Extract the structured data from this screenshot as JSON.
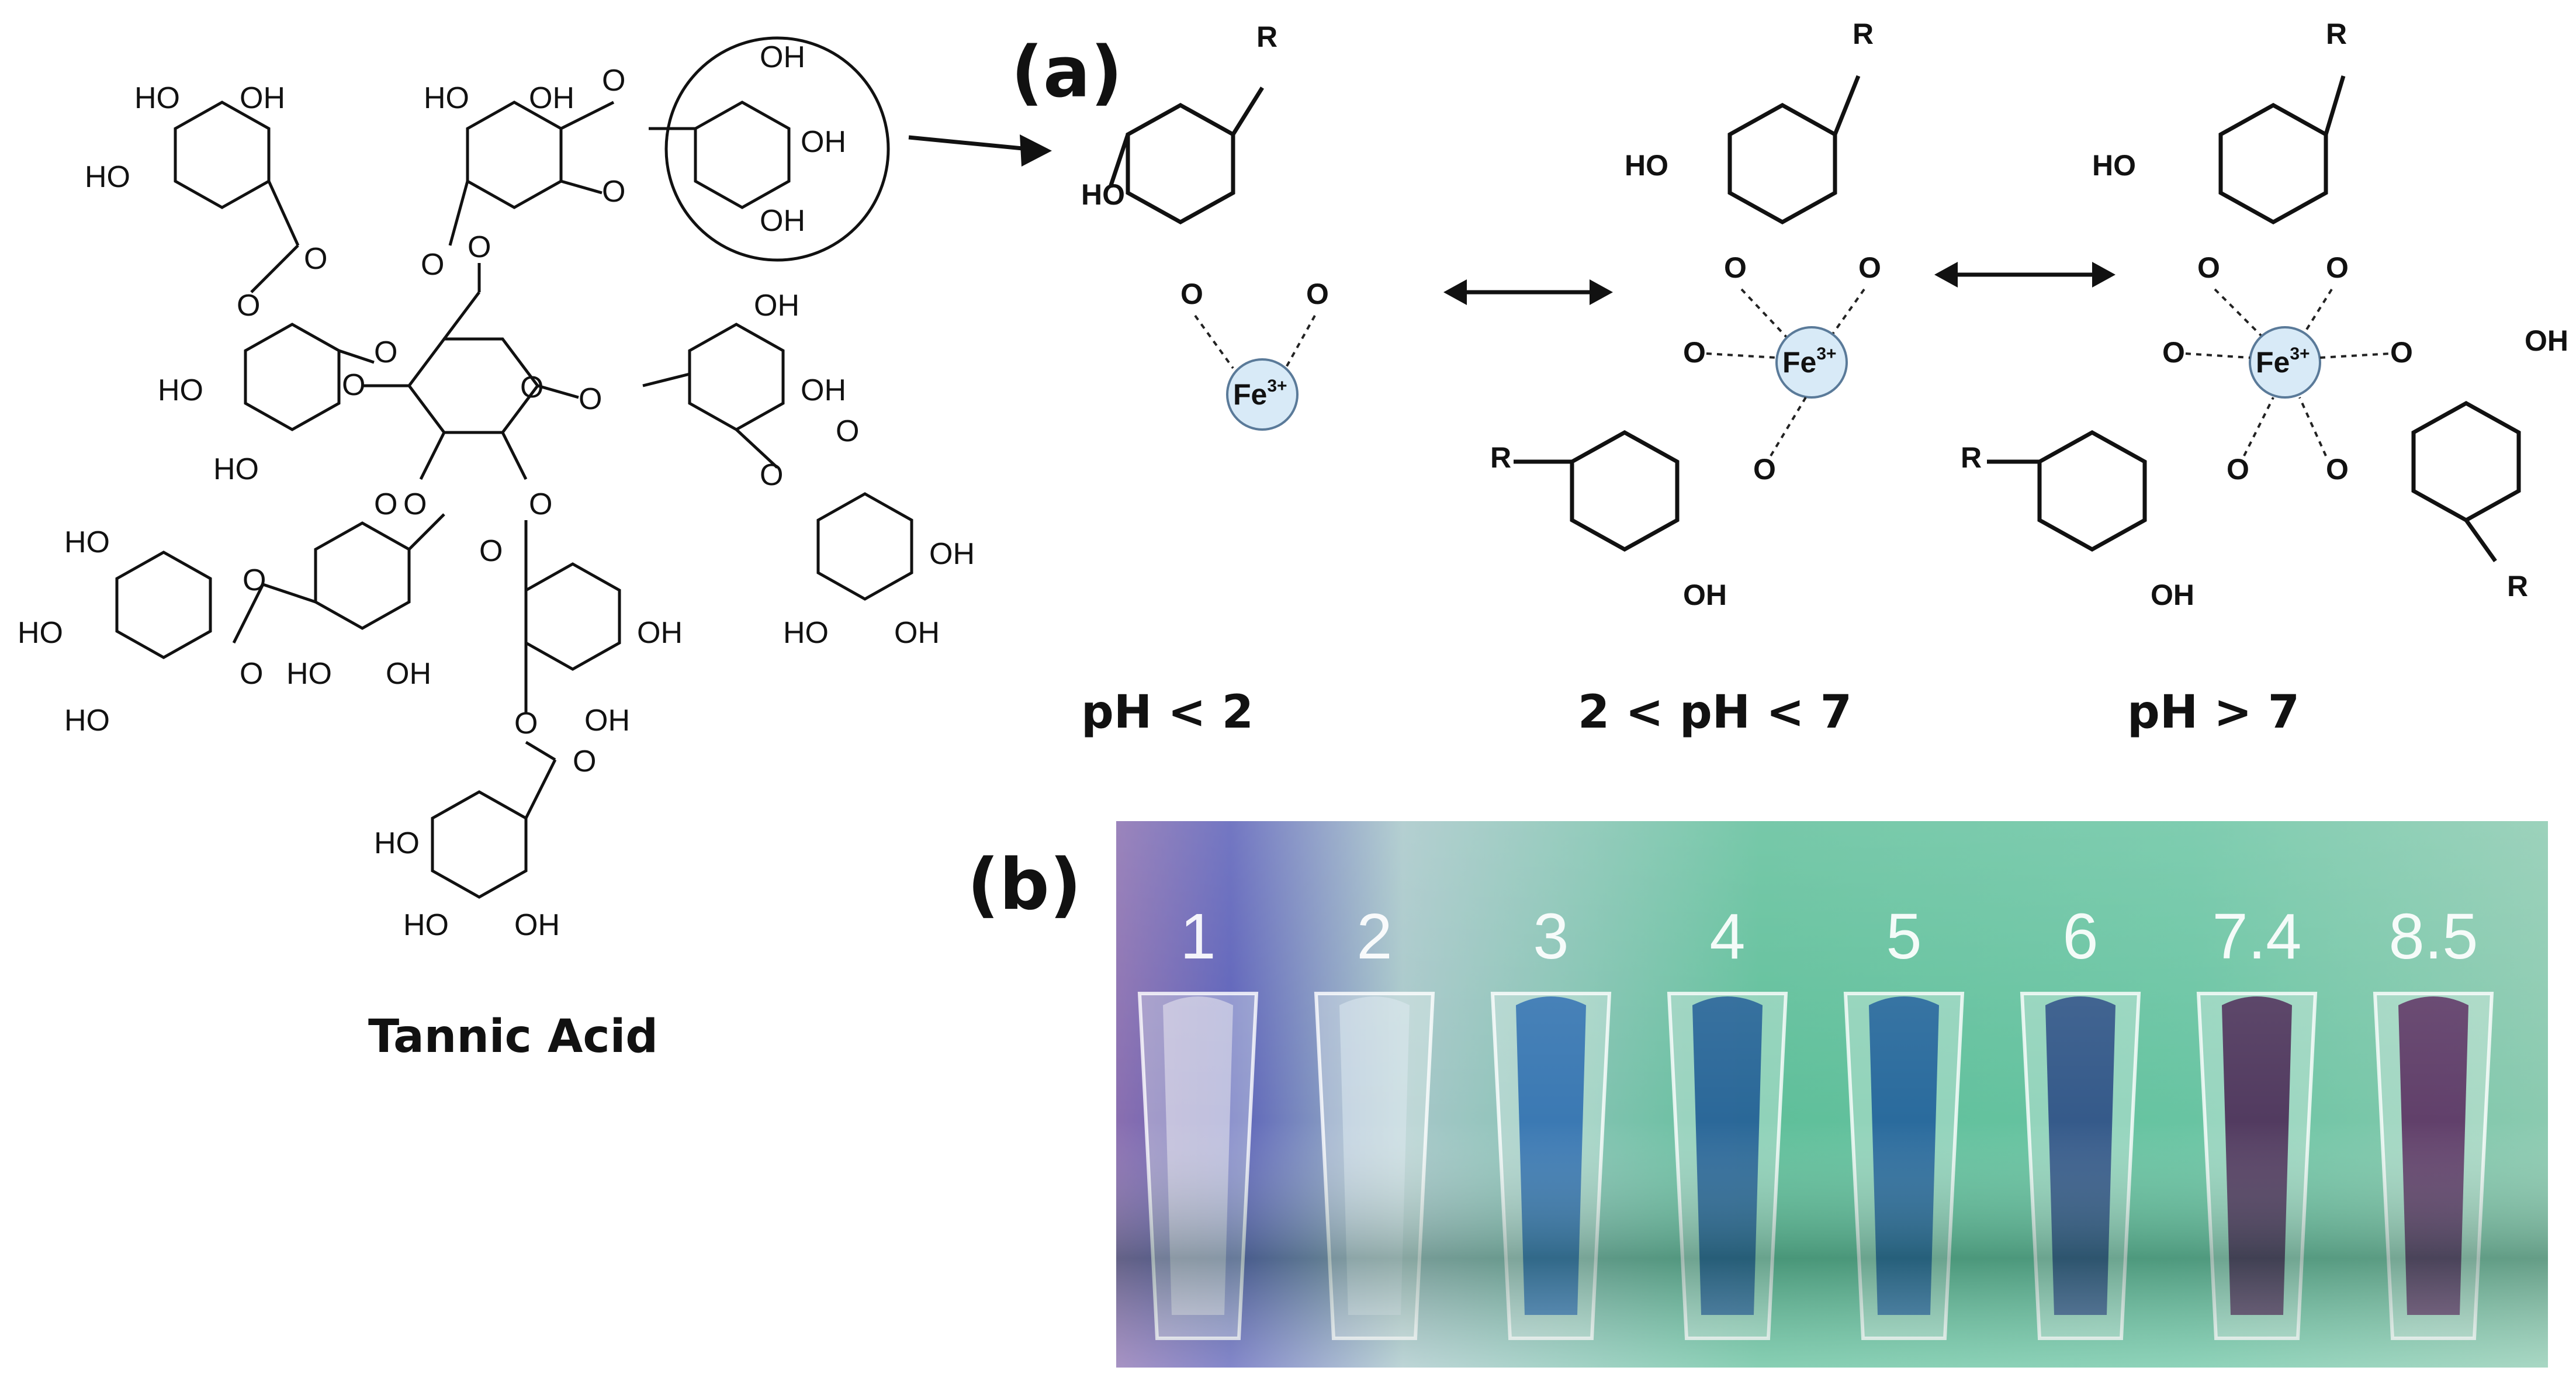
{
  "panel_a_label": "(a)",
  "panel_b_label": "(b)",
  "tannic_acid": {
    "name": "Tannic Acid",
    "hydroxyl": "OH",
    "hydroxyl_rev": "HO",
    "oxygen": "O"
  },
  "complexes": {
    "substituent": "R",
    "iron": "Fe",
    "iron_charge": "3+",
    "hydroxyl": "OH",
    "hydroxyl_rev": "HO",
    "oxygen": "O",
    "conditions": [
      "pH < 2",
      "2 < pH < 7",
      "pH > 7"
    ]
  },
  "cuvette_labels": [
    "1",
    "2",
    "3",
    "4",
    "5",
    "6",
    "7.4",
    "8.5"
  ],
  "cuvette_colors": [
    "#e8e6ef",
    "#dbe8ee",
    "#2f6fb0",
    "#1f5c95",
    "#1f5f9a",
    "#2a4c84",
    "#4a2a55",
    "#5a3060"
  ],
  "colors": {
    "fe_fill": "#d8eaf7",
    "fe_stroke": "#5a7a99",
    "photo_bg": "#6fb89c"
  }
}
